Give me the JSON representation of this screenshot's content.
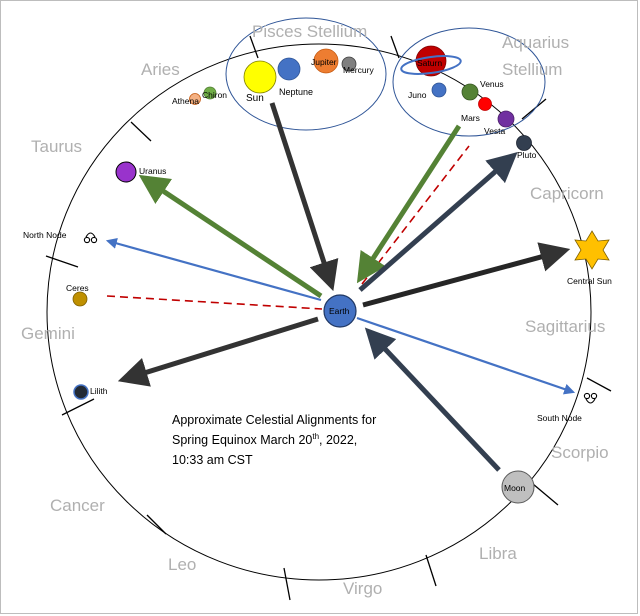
{
  "signs": {
    "aries": "Aries",
    "taurus": "Taurus",
    "gemini": "Gemini",
    "cancer": "Cancer",
    "leo": "Leo",
    "virgo": "Virgo",
    "libra": "Libra",
    "scorpio": "Scorpio",
    "sagittarius": "Sagittarius",
    "capricorn": "Capricorn",
    "aquarius_line1": "Aquarius",
    "aquarius_line2": "Stellium",
    "pisces": "Pisces Stellium"
  },
  "bodies": {
    "sun": "Sun",
    "neptune": "Neptune",
    "jupiter": "Jupiter",
    "mercury": "Mercury",
    "chiron": "Chiron",
    "athena": "Athena",
    "saturn": "Saturn",
    "venus": "Venus",
    "juno": "Juno",
    "mars": "Mars",
    "vesta": "Vesta",
    "pluto": "Pluto",
    "uranus": "Uranus",
    "north_node": "North Node",
    "ceres": "Ceres",
    "lilith": "Lilith",
    "earth": "Earth",
    "central_sun": "Central Sun",
    "south_node": "South Node",
    "moon": "Moon"
  },
  "caption": {
    "line1": "Approximate Celestial Alignments for",
    "line2_prefix": "Spring Equinox March 20",
    "line2_sup": "th",
    "line2_suffix": ", 2022,",
    "line3": "10:33 am CST"
  },
  "colors": {
    "sign_text": "#b0b0b0",
    "sun": "#ffff00",
    "neptune": "#4472c4",
    "jupiter": "#ed7d31",
    "mercury": "#7f7f7f",
    "saturn": "#c00000",
    "venus": "#548235",
    "mars": "#ff0000",
    "vesta": "#7030a0",
    "uranus": "#9933cc",
    "ceres": "#bf9000",
    "earth": "#4472c4",
    "central_sun": "#ffc000",
    "moon": "#bfbfbf",
    "arrow_blue": "#4472c4",
    "arrow_green": "#548235",
    "arrow_dark": "#333f50",
    "dashed_red": "#c00000"
  },
  "icons": {
    "node_symbol": "node-glyph-icon"
  }
}
